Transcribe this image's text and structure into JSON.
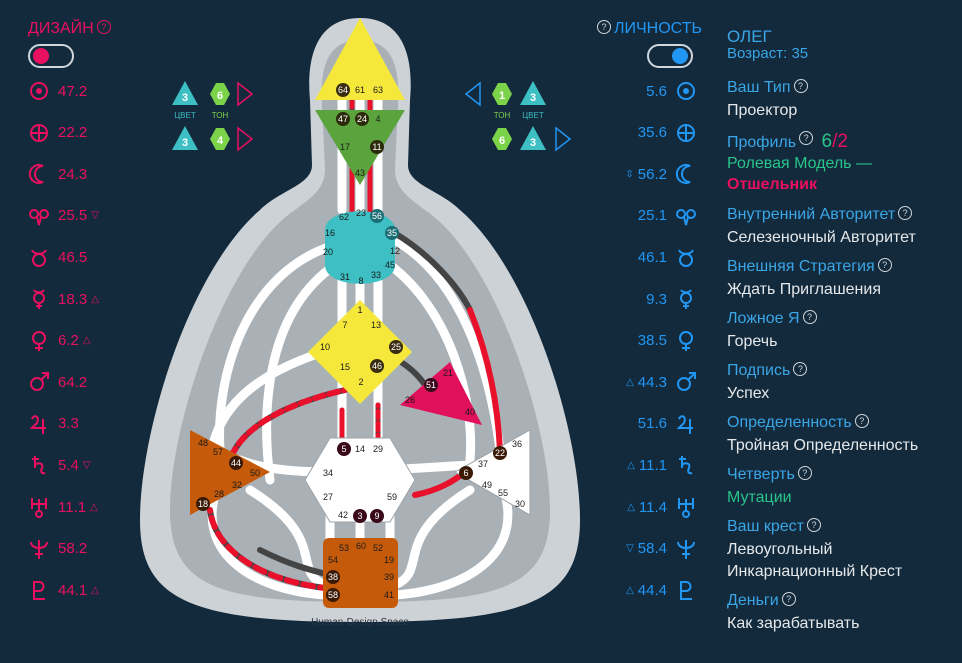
{
  "design": {
    "title": "ДИЗАЙН",
    "color": "#e8105f",
    "planets": [
      {
        "icon": "sun-icon",
        "value": "47.2",
        "mark": ""
      },
      {
        "icon": "earth-icon",
        "value": "22.2",
        "mark": ""
      },
      {
        "icon": "moon-icon",
        "value": "24.3",
        "mark": ""
      },
      {
        "icon": "north-node-icon",
        "value": "25.5",
        "mark": "▽"
      },
      {
        "icon": "south-node-icon",
        "value": "46.5",
        "mark": ""
      },
      {
        "icon": "mercury-icon",
        "value": "18.3",
        "mark": "△"
      },
      {
        "icon": "venus-icon",
        "value": "6.2",
        "mark": "△"
      },
      {
        "icon": "mars-icon",
        "value": "64.2",
        "mark": ""
      },
      {
        "icon": "jupiter-icon",
        "value": "3.3",
        "mark": ""
      },
      {
        "icon": "saturn-icon",
        "value": "5.4",
        "mark": "▽"
      },
      {
        "icon": "uranus-icon",
        "value": "11.1",
        "mark": "△"
      },
      {
        "icon": "neptune-icon",
        "value": "58.2",
        "mark": ""
      },
      {
        "icon": "pluto-icon",
        "value": "44.1",
        "mark": "△"
      }
    ],
    "variables": {
      "top": {
        "color_num": "3",
        "tone_num": "6",
        "color_label": "ЦВЕТ",
        "tone_label": "ТОН"
      },
      "bottom": {
        "color_num": "3",
        "tone_num": "4"
      }
    }
  },
  "personality": {
    "title": "ЛИЧНОСТЬ",
    "color": "#2196f3",
    "planets": [
      {
        "icon": "sun-icon",
        "value": "5.6",
        "mark": ""
      },
      {
        "icon": "earth-icon",
        "value": "35.6",
        "mark": ""
      },
      {
        "icon": "moon-icon",
        "value": "56.2",
        "mark": "⇳"
      },
      {
        "icon": "north-node-icon",
        "value": "25.1",
        "mark": ""
      },
      {
        "icon": "south-node-icon",
        "value": "46.1",
        "mark": ""
      },
      {
        "icon": "mercury-icon",
        "value": "9.3",
        "mark": ""
      },
      {
        "icon": "venus-icon",
        "value": "38.5",
        "mark": ""
      },
      {
        "icon": "mars-icon",
        "value": "44.3",
        "mark": "△"
      },
      {
        "icon": "jupiter-icon",
        "value": "51.6",
        "mark": ""
      },
      {
        "icon": "saturn-icon",
        "value": "11.1",
        "mark": "△"
      },
      {
        "icon": "uranus-icon",
        "value": "11.4",
        "mark": "△"
      },
      {
        "icon": "neptune-icon",
        "value": "58.4",
        "mark": "▽"
      },
      {
        "icon": "pluto-icon",
        "value": "44.4",
        "mark": "△"
      }
    ],
    "variables": {
      "top": {
        "tone_num": "1",
        "color_num": "3",
        "tone_label": "ТОН",
        "color_label": "ЦВЕТ"
      },
      "bottom": {
        "tone_num": "6",
        "color_num": "3"
      }
    }
  },
  "profile_info": {
    "name": "ОЛЕГ",
    "age": "Возраст: 35",
    "type_label": "Ваш Тип",
    "type_value": "Проектор",
    "profile_label": "Профиль",
    "profile_num1": "6",
    "profile_slash": "/",
    "profile_num2": "2",
    "role_line1": "Ролевая Модель —",
    "role_line2": "Отшельник",
    "authority_label": "Внутренний Авторитет",
    "authority_value": "Селезеночный Авторитет",
    "strategy_label": "Внешняя Стратегия",
    "strategy_value": "Ждать Приглашения",
    "notself_label": "Ложное Я",
    "notself_value": "Горечь",
    "signature_label": "Подпись",
    "signature_value": "Успех",
    "definition_label": "Определенность",
    "definition_value": "Тройная Определенность",
    "quarter_label": "Четверть",
    "quarter_value": "Мутации",
    "cross_label": "Ваш крест",
    "cross_value1": "Левоугольный",
    "cross_value2": "Инкарнационный Крест",
    "money_label": "Деньги",
    "money_value": "Как зарабатывать"
  },
  "bodygraph": {
    "watermark": "Human-Design.Space",
    "colors": {
      "head": "#f5e83a",
      "ajna": "#5ba33c",
      "throat": "#3dbfc3",
      "g": "#f5e83a",
      "heart": "#e0105a",
      "spleen": "#c55a0a",
      "solar": "#ffffff",
      "sacral": "#c55a0a",
      "root": "#c55a0a",
      "activated": "#e8102a",
      "design": "#444444"
    },
    "gates": {
      "head": [
        "64",
        "61",
        "63"
      ],
      "ajna": [
        "47",
        "24",
        "4",
        "17",
        "11",
        "43"
      ],
      "throat": [
        "62",
        "23",
        "56",
        "16",
        "35",
        "20",
        "12",
        "31",
        "8",
        "33",
        "45"
      ],
      "g": [
        "1",
        "7",
        "13",
        "10",
        "25",
        "15",
        "46",
        "2"
      ],
      "heart": [
        "21",
        "51",
        "26",
        "40"
      ],
      "spleen": [
        "48",
        "57",
        "44",
        "50",
        "32",
        "28",
        "18"
      ],
      "solar": [
        "36",
        "22",
        "37",
        "6",
        "49",
        "55",
        "30"
      ],
      "sacral": [
        "5",
        "14",
        "29",
        "34",
        "27",
        "59",
        "42",
        "3",
        "9"
      ],
      "root": [
        "53",
        "60",
        "52",
        "54",
        "19",
        "38",
        "39",
        "58",
        "41"
      ]
    }
  }
}
